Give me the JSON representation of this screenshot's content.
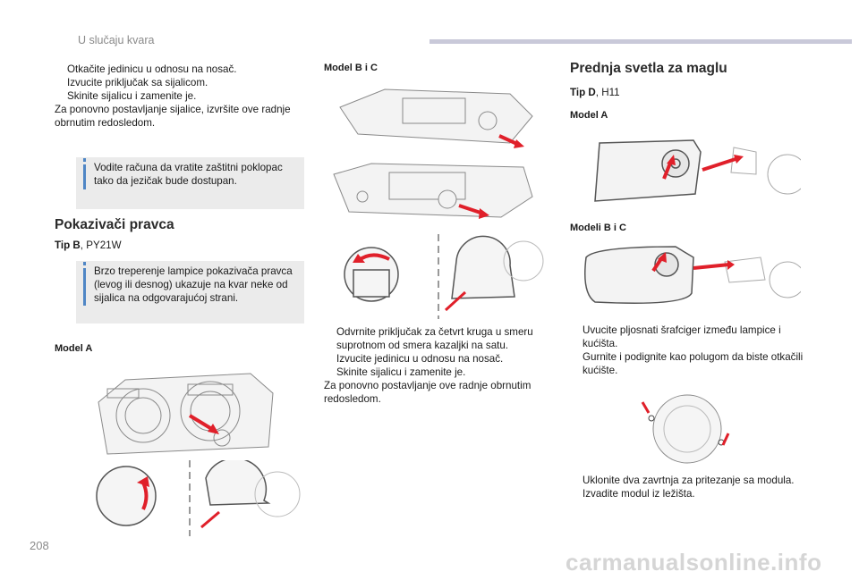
{
  "header": {
    "title": "U slučaju kvara"
  },
  "page_number": "208",
  "watermark": "carmanualsonline.info",
  "col1": {
    "steps": [
      "Otkačite jedinicu u odnosu na nosač.",
      "Izvucite priključak sa sijalicom.",
      "Skinite sijalicu i zamenite je."
    ],
    "para": "Za ponovno postavljanje sijalice, izvršite ove radnje obrnutim redosledom.",
    "note": "Vodite računa da vratite zaštitni poklopac tako da jezičak bude dostupan.",
    "section_title": "Pokazivači pravca",
    "type_bold": "Tip B",
    "type_rest": ", PY21W",
    "note2": "Brzo treperenje lampice pokazivača pravca (levog ili desnog) ukazuje na kvar neke od sijalica na odgovarajućoj strani.",
    "model_label": "Model A"
  },
  "col2": {
    "model_label": "Model B i C",
    "steps": [
      "Odvrnite priključak za četvrt kruga u smeru suprotnom od smera kazaljki na satu.",
      "Izvucite jedinicu u odnosu na nosač.",
      "Skinite sijalicu i zamenite je."
    ],
    "para": "Za ponovno postavljanje ove radnje obrnutim redosledom."
  },
  "col3": {
    "section_title": "Prednja svetla za maglu",
    "type_bold": "Tip D",
    "type_rest": ", H11",
    "model_a": "Model A",
    "model_bc": "Modeli B i C",
    "steps1": [
      "Uvucite pljosnati šrafciger između lampice i kućišta.",
      "Gurnite i podignite kao polugom da biste otkačili kućište."
    ],
    "steps2": [
      "Uklonite dva zavrtnja za pritezanje sa modula.",
      "Izvadite modul iz ležišta."
    ]
  },
  "colors": {
    "accent": "#4f86c5",
    "arrow": "#e0202a",
    "note_bg": "#ebebeb",
    "header_bar": "#c9c9d9"
  },
  "step_marker": ""
}
